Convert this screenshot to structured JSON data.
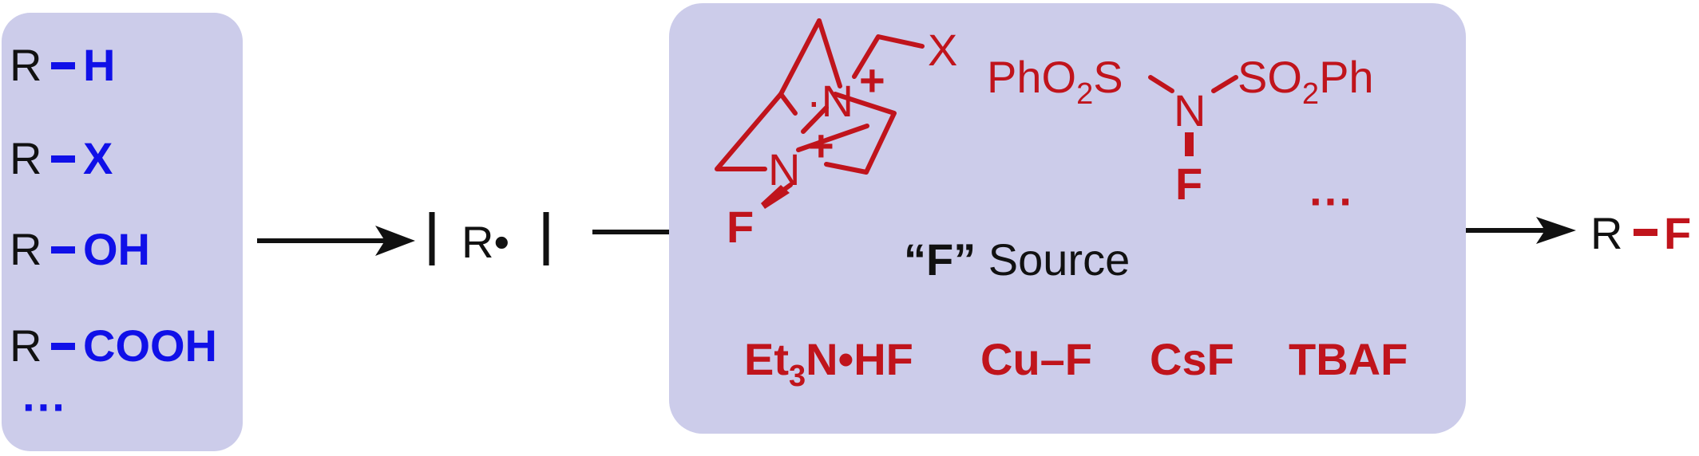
{
  "colors": {
    "panel": "#ccccea",
    "black": "#111111",
    "blue": "#1010e8",
    "red": "#c0141c"
  },
  "substrates": {
    "prefix": "R",
    "items": [
      "H",
      "X",
      "OH",
      "COOH"
    ],
    "more": "···"
  },
  "radical": {
    "label": "R•"
  },
  "fluorine_source": {
    "selectfluor": {
      "n_top": "·N",
      "n_bottom": "N",
      "charge": "+",
      "x_sub": "X",
      "f_atom": "F"
    },
    "nfsi": {
      "left_prefix": "PhO",
      "left_sub": "2",
      "left_suffix": "S",
      "right_prefix": "SO",
      "right_sub": "2",
      "right_suffix": "Ph",
      "n_atom": "N",
      "f_atom": "F"
    },
    "more": "···",
    "title_quote": "“F”",
    "title_word": " Source",
    "reagents": [
      {
        "pre": "Et",
        "sub": "3",
        "post": "N•HF"
      },
      {
        "pre": "Cu–F",
        "sub": "",
        "post": ""
      },
      {
        "pre": "CsF",
        "sub": "",
        "post": ""
      },
      {
        "pre": "TBAF",
        "sub": "",
        "post": ""
      }
    ]
  },
  "product": {
    "prefix": "R",
    "atom": "F"
  }
}
